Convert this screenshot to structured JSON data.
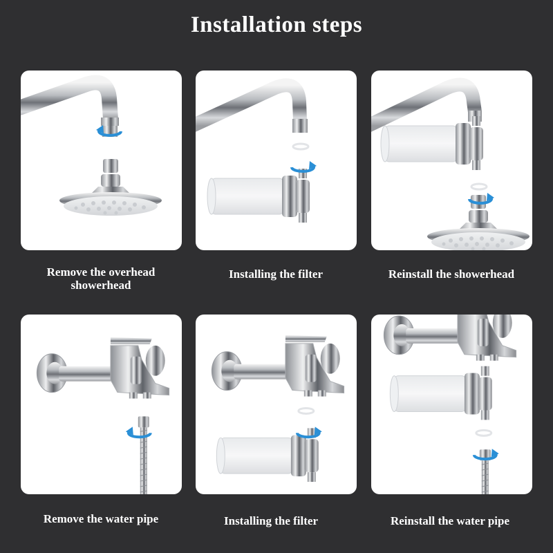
{
  "page": {
    "title": "Installation steps",
    "background_color": "#2f2f31",
    "card_color": "#ffffff",
    "arrow_color": "#2a8fd6"
  },
  "steps": [
    {
      "caption": "Remove the overhead showerhead",
      "caption_line1": "Remove the overhead",
      "caption_line2": "showerhead",
      "illustration": "shower-arm-with-showerhead-detached"
    },
    {
      "caption": "Installing the filter",
      "illustration": "shower-arm-with-filter-attaching"
    },
    {
      "caption": "Reinstall the showerhead",
      "illustration": "filter-on-arm-with-showerhead-attaching"
    },
    {
      "caption": "Remove the water pipe",
      "illustration": "wall-faucet-with-hose-detached"
    },
    {
      "caption": "Installing the filter",
      "illustration": "wall-faucet-with-filter-attaching"
    },
    {
      "caption": "Reinstall the water pipe",
      "illustration": "faucet-filter-with-hose-attaching"
    }
  ]
}
